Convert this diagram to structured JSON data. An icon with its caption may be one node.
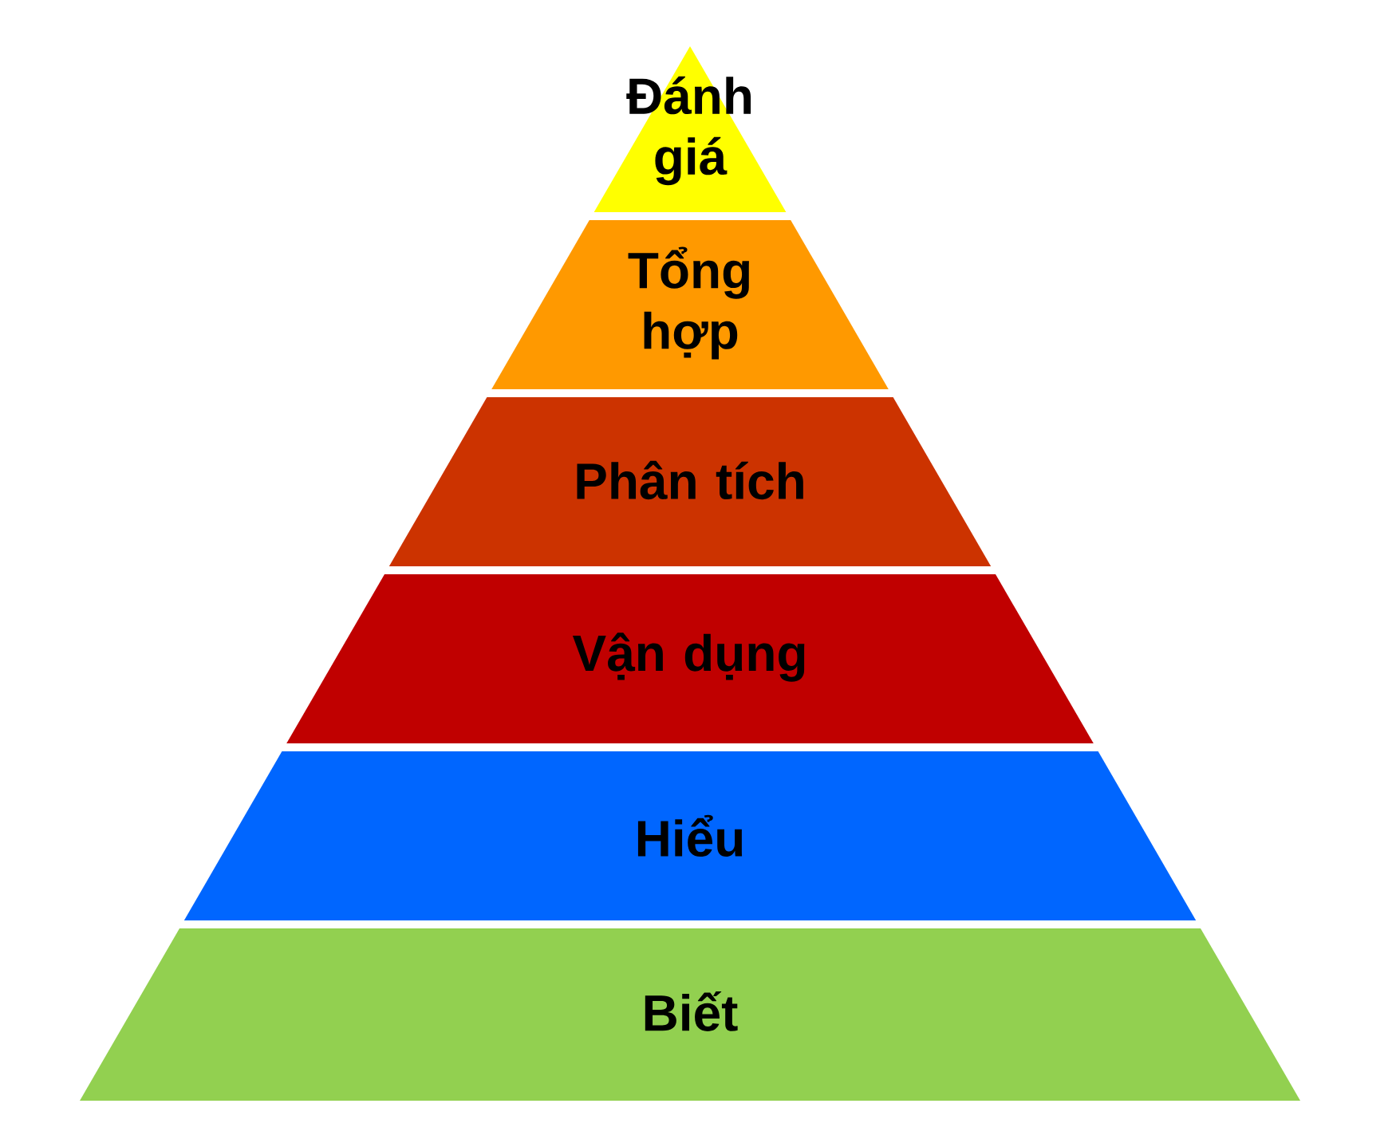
{
  "diagram": {
    "nodes": [
      {
        "text": [
          "Đánh giá"
        ]
      },
      {
        "text": [
          "Tổng hợp"
        ]
      },
      {
        "text": [
          "Phân tích"
        ]
      },
      {
        "text": [
          "Vận dụng"
        ]
      },
      {
        "text": [
          "Hiểu"
        ]
      },
      {
        "text": [
          "Biết"
        ]
      }
    ]
  }
}
